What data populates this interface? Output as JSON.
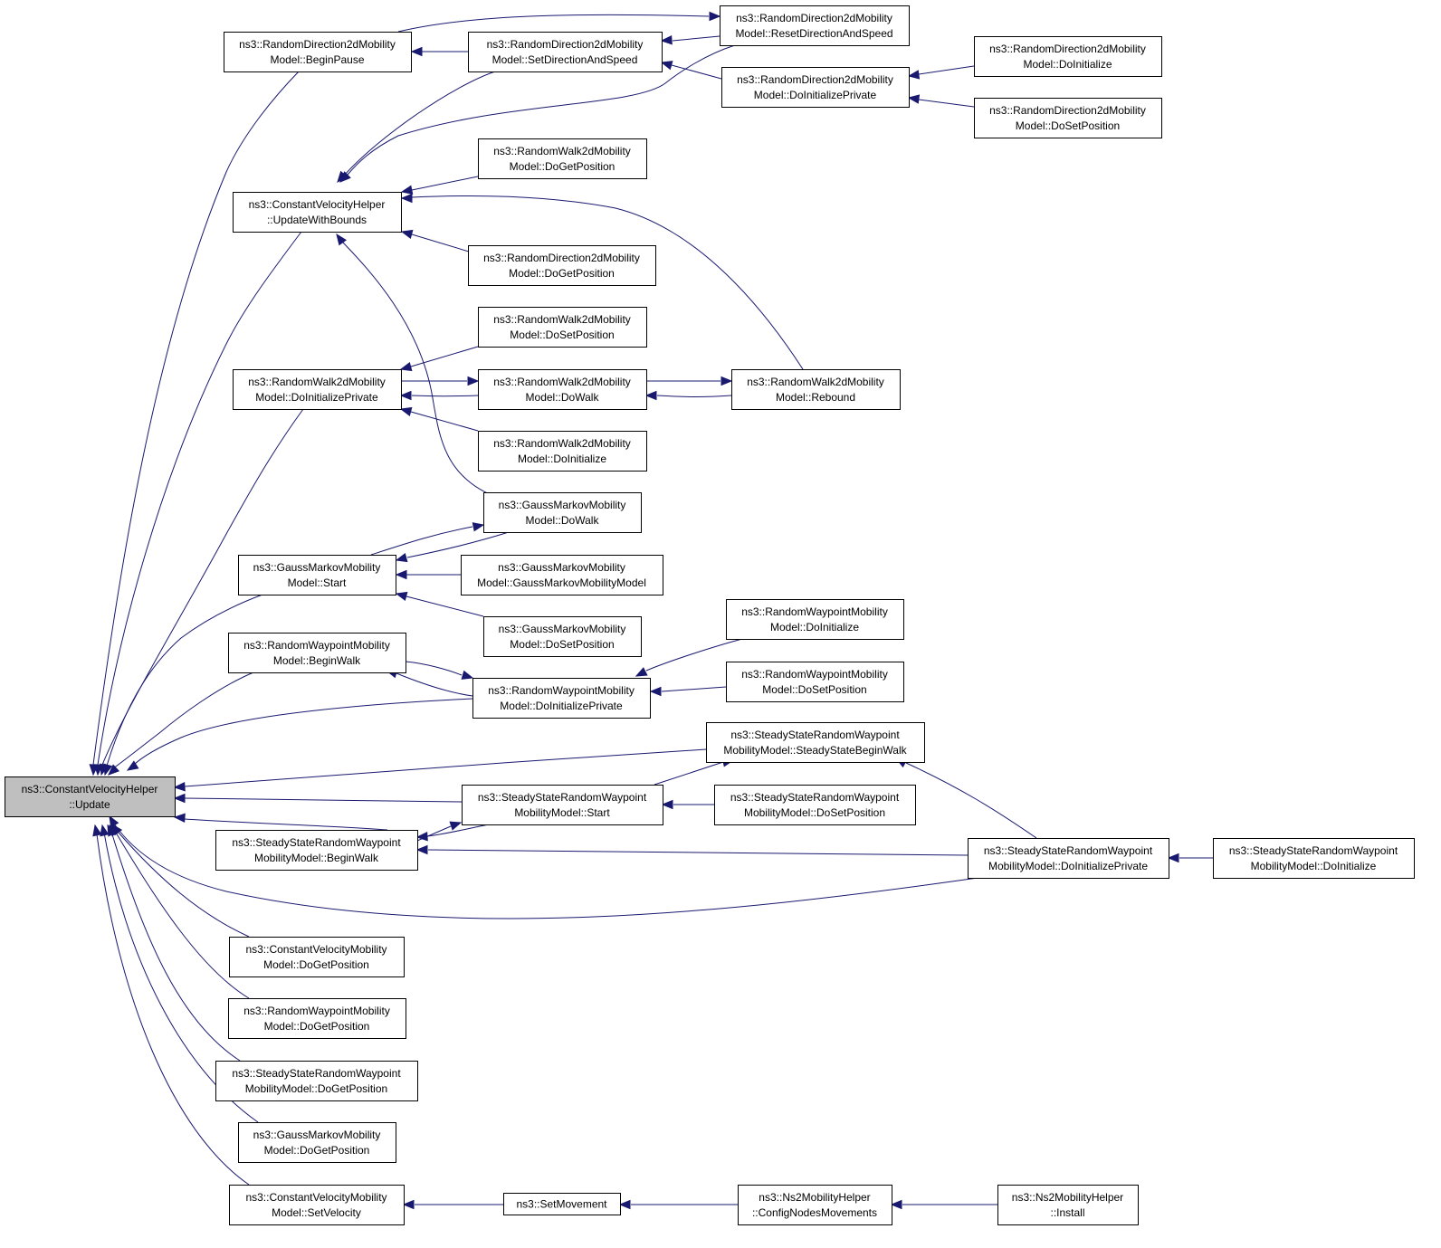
{
  "graph": {
    "root": "update",
    "nodes": [
      {
        "id": "update",
        "lines": [
          "ns3::ConstantVelocityHelper",
          "::Update"
        ],
        "root": true
      },
      {
        "id": "rd_beginpause",
        "lines": [
          "ns3::RandomDirection2dMobility",
          "Model::BeginPause"
        ]
      },
      {
        "id": "rd_setdir",
        "lines": [
          "ns3::RandomDirection2dMobility",
          "Model::SetDirectionAndSpeed"
        ]
      },
      {
        "id": "rd_reset",
        "lines": [
          "ns3::RandomDirection2dMobility",
          "Model::ResetDirectionAndSpeed"
        ]
      },
      {
        "id": "rd_doinitpriv",
        "lines": [
          "ns3::RandomDirection2dMobility",
          "Model::DoInitializePrivate"
        ]
      },
      {
        "id": "rd_doinit",
        "lines": [
          "ns3::RandomDirection2dMobility",
          "Model::DoInitialize"
        ]
      },
      {
        "id": "rd_dosetpos",
        "lines": [
          "ns3::RandomDirection2dMobility",
          "Model::DoSetPosition"
        ]
      },
      {
        "id": "cvh_bounds",
        "lines": [
          "ns3::ConstantVelocityHelper",
          "::UpdateWithBounds"
        ]
      },
      {
        "id": "rw_dogetpos",
        "lines": [
          "ns3::RandomWalk2dMobility",
          "Model::DoGetPosition"
        ]
      },
      {
        "id": "rd_dogetpos",
        "lines": [
          "ns3::RandomDirection2dMobility",
          "Model::DoGetPosition"
        ]
      },
      {
        "id": "rw_dosetpos",
        "lines": [
          "ns3::RandomWalk2dMobility",
          "Model::DoSetPosition"
        ]
      },
      {
        "id": "rw_doinitpriv",
        "lines": [
          "ns3::RandomWalk2dMobility",
          "Model::DoInitializePrivate"
        ]
      },
      {
        "id": "rw_dowalk",
        "lines": [
          "ns3::RandomWalk2dMobility",
          "Model::DoWalk"
        ]
      },
      {
        "id": "rw_rebound",
        "lines": [
          "ns3::RandomWalk2dMobility",
          "Model::Rebound"
        ]
      },
      {
        "id": "rw_doinit",
        "lines": [
          "ns3::RandomWalk2dMobility",
          "Model::DoInitialize"
        ]
      },
      {
        "id": "gm_dowalk",
        "lines": [
          "ns3::GaussMarkovMobility",
          "Model::DoWalk"
        ]
      },
      {
        "id": "gm_start",
        "lines": [
          "ns3::GaussMarkovMobility",
          "Model::Start"
        ]
      },
      {
        "id": "gm_ctor",
        "lines": [
          "ns3::GaussMarkovMobility",
          "Model::GaussMarkovMobilityModel"
        ]
      },
      {
        "id": "gm_dosetpos",
        "lines": [
          "ns3::GaussMarkovMobility",
          "Model::DoSetPosition"
        ]
      },
      {
        "id": "rwp_beginwalk",
        "lines": [
          "ns3::RandomWaypointMobility",
          "Model::BeginWalk"
        ]
      },
      {
        "id": "rwp_doinit",
        "lines": [
          "ns3::RandomWaypointMobility",
          "Model::DoInitialize"
        ]
      },
      {
        "id": "rwp_doinitpriv",
        "lines": [
          "ns3::RandomWaypointMobility",
          "Model::DoInitializePrivate"
        ]
      },
      {
        "id": "rwp_dosetpos",
        "lines": [
          "ns3::RandomWaypointMobility",
          "Model::DoSetPosition"
        ]
      },
      {
        "id": "ss_steadybegin",
        "lines": [
          "ns3::SteadyStateRandomWaypoint",
          "MobilityModel::SteadyStateBeginWalk"
        ]
      },
      {
        "id": "ss_start",
        "lines": [
          "ns3::SteadyStateRandomWaypoint",
          "MobilityModel::Start"
        ]
      },
      {
        "id": "ss_dosetpos",
        "lines": [
          "ns3::SteadyStateRandomWaypoint",
          "MobilityModel::DoSetPosition"
        ]
      },
      {
        "id": "ss_beginwalk",
        "lines": [
          "ns3::SteadyStateRandomWaypoint",
          "MobilityModel::BeginWalk"
        ]
      },
      {
        "id": "ss_doinitpriv",
        "lines": [
          "ns3::SteadyStateRandomWaypoint",
          "MobilityModel::DoInitializePrivate"
        ]
      },
      {
        "id": "ss_doinit",
        "lines": [
          "ns3::SteadyStateRandomWaypoint",
          "MobilityModel::DoInitialize"
        ]
      },
      {
        "id": "cv_dogetpos",
        "lines": [
          "ns3::ConstantVelocityMobility",
          "Model::DoGetPosition"
        ]
      },
      {
        "id": "rwp_dogetpos",
        "lines": [
          "ns3::RandomWaypointMobility",
          "Model::DoGetPosition"
        ]
      },
      {
        "id": "ss_dogetpos",
        "lines": [
          "ns3::SteadyStateRandomWaypoint",
          "MobilityModel::DoGetPosition"
        ]
      },
      {
        "id": "gm_dogetpos",
        "lines": [
          "ns3::GaussMarkovMobility",
          "Model::DoGetPosition"
        ]
      },
      {
        "id": "cv_setvel",
        "lines": [
          "ns3::ConstantVelocityMobility",
          "Model::SetVelocity"
        ]
      },
      {
        "id": "setmovement",
        "lines": [
          "ns3::SetMovement"
        ]
      },
      {
        "id": "ns2_config",
        "lines": [
          "ns3::Ns2MobilityHelper",
          "::ConfigNodesMovements"
        ]
      },
      {
        "id": "ns2_install",
        "lines": [
          "ns3::Ns2MobilityHelper",
          "::Install"
        ]
      }
    ],
    "edges": [
      {
        "from": "rd_beginpause",
        "to": "update"
      },
      {
        "from": "rd_setdir",
        "to": "rd_beginpause"
      },
      {
        "from": "rd_beginpause",
        "to": "rd_reset"
      },
      {
        "from": "rd_reset",
        "to": "rd_setdir"
      },
      {
        "from": "rd_doinitpriv",
        "to": "rd_setdir"
      },
      {
        "from": "rd_doinit",
        "to": "rd_doinitpriv"
      },
      {
        "from": "rd_dosetpos",
        "to": "rd_doinitpriv"
      },
      {
        "from": "cvh_bounds",
        "to": "update"
      },
      {
        "from": "rd_setdir",
        "to": "cvh_bounds"
      },
      {
        "from": "rd_reset",
        "to": "cvh_bounds"
      },
      {
        "from": "rw_dogetpos",
        "to": "cvh_bounds"
      },
      {
        "from": "rw_rebound",
        "to": "cvh_bounds"
      },
      {
        "from": "rd_dogetpos",
        "to": "cvh_bounds"
      },
      {
        "from": "gm_dowalk",
        "to": "cvh_bounds"
      },
      {
        "from": "rw_doinitpriv",
        "to": "update"
      },
      {
        "from": "rw_dosetpos",
        "to": "rw_doinitpriv"
      },
      {
        "from": "rw_doinitpriv",
        "to": "rw_dowalk"
      },
      {
        "from": "rw_dowalk",
        "to": "rw_doinitpriv"
      },
      {
        "from": "rw_dowalk",
        "to": "rw_rebound"
      },
      {
        "from": "rw_rebound",
        "to": "rw_dowalk"
      },
      {
        "from": "rw_doinit",
        "to": "rw_doinitpriv"
      },
      {
        "from": "gm_start",
        "to": "update"
      },
      {
        "from": "gm_start",
        "to": "gm_dowalk"
      },
      {
        "from": "gm_dowalk",
        "to": "gm_start"
      },
      {
        "from": "gm_ctor",
        "to": "gm_start"
      },
      {
        "from": "gm_dosetpos",
        "to": "gm_start"
      },
      {
        "from": "rwp_beginwalk",
        "to": "update"
      },
      {
        "from": "rwp_beginwalk",
        "to": "rwp_doinitpriv"
      },
      {
        "from": "rwp_doinitpriv",
        "to": "rwp_beginwalk"
      },
      {
        "from": "rwp_doinit",
        "to": "rwp_doinitpriv"
      },
      {
        "from": "rwp_dosetpos",
        "to": "rwp_doinitpriv"
      },
      {
        "from": "rwp_doinitpriv",
        "to": "update"
      },
      {
        "from": "ss_steadybegin",
        "to": "update"
      },
      {
        "from": "ss_start",
        "to": "update"
      },
      {
        "from": "ss_start",
        "to": "ss_steadybegin"
      },
      {
        "from": "ss_dosetpos",
        "to": "ss_start"
      },
      {
        "from": "ss_beginwalk",
        "to": "update"
      },
      {
        "from": "ss_beginwalk",
        "to": "ss_start"
      },
      {
        "from": "ss_start",
        "to": "ss_beginwalk"
      },
      {
        "from": "ss_doinitpriv",
        "to": "ss_beginwalk"
      },
      {
        "from": "ss_doinitpriv",
        "to": "ss_steadybegin"
      },
      {
        "from": "ss_doinitpriv",
        "to": "update"
      },
      {
        "from": "ss_doinit",
        "to": "ss_doinitpriv"
      },
      {
        "from": "cv_dogetpos",
        "to": "update"
      },
      {
        "from": "rwp_dogetpos",
        "to": "update"
      },
      {
        "from": "ss_dogetpos",
        "to": "update"
      },
      {
        "from": "gm_dogetpos",
        "to": "update"
      },
      {
        "from": "cv_setvel",
        "to": "update"
      },
      {
        "from": "setmovement",
        "to": "cv_setvel"
      },
      {
        "from": "ns2_config",
        "to": "setmovement"
      },
      {
        "from": "ns2_install",
        "to": "ns2_config"
      }
    ],
    "colors": {
      "edge": "#191970",
      "root_fill": "#bfbfbf",
      "node_fill": "#ffffff",
      "node_border": "#000000"
    }
  }
}
